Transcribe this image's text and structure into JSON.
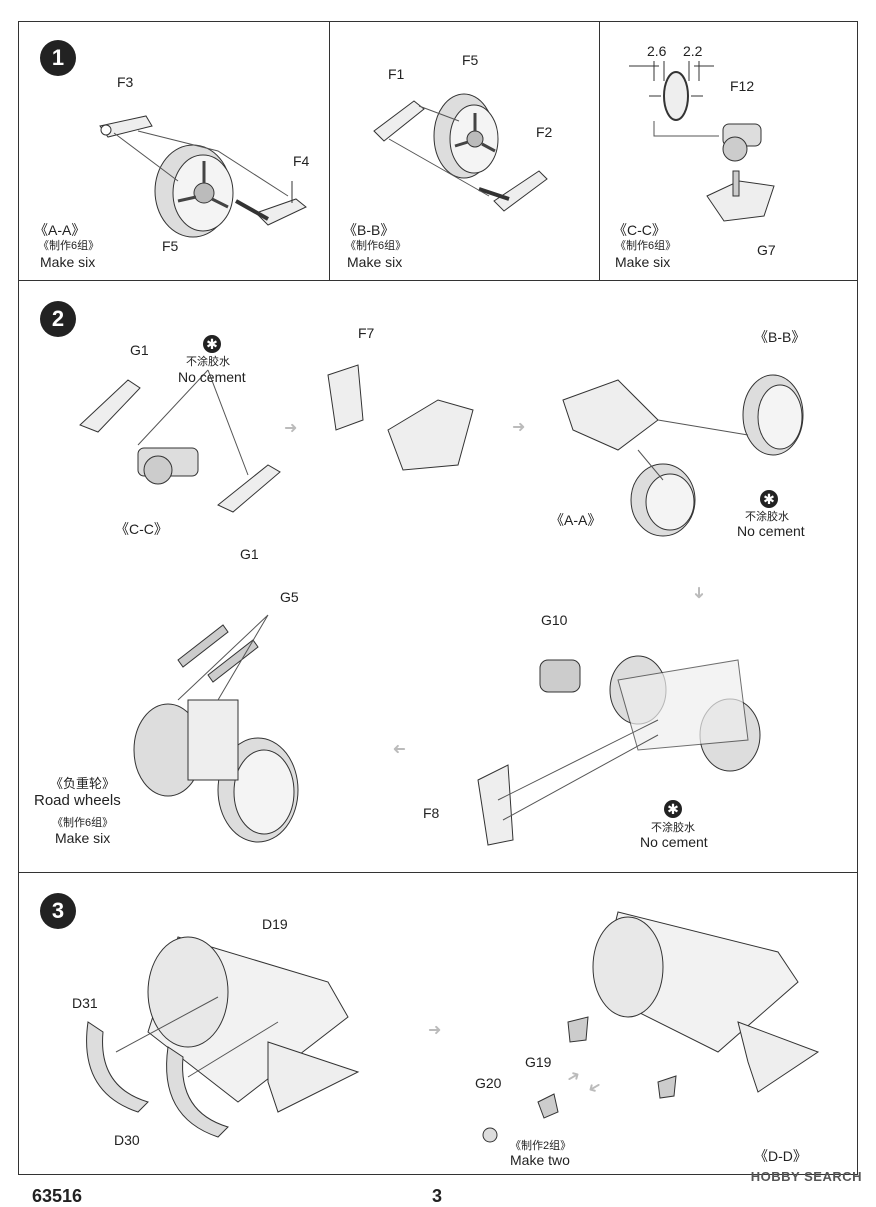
{
  "step1": {
    "number": "1",
    "panelA": {
      "f3": "F3",
      "f4": "F4",
      "f5": "F5",
      "title": "《A-A》",
      "cn": "《制作6组》",
      "en": "Make six"
    },
    "panelB": {
      "f1": "F1",
      "f5": "F5",
      "f2": "F2",
      "title": "《B-B》",
      "cn": "《制作6组》",
      "en": "Make six"
    },
    "panelC": {
      "dim1": "2.6",
      "dim2": "2.2",
      "f12": "F12",
      "g7": "G7",
      "title": "《C-C》",
      "cn": "《制作6组》",
      "en": "Make six"
    }
  },
  "step2": {
    "number": "2",
    "g1_top": "G1",
    "g1_bottom": "G1",
    "cc": "《C-C》",
    "nocement1_cn": "不涂胶水",
    "nocement1_en": "No cement",
    "f7": "F7",
    "bb": "《B-B》",
    "aa": "《A-A》",
    "nocement2_cn": "不涂胶水",
    "nocement2_en": "No cement",
    "g5": "G5",
    "road_cn": "《负重轮》",
    "road_en": "Road wheels",
    "make_cn": "《制作6组》",
    "make_en": "Make six",
    "g10": "G10",
    "f8": "F8",
    "nocement3_cn": "不涂胶水",
    "nocement3_en": "No cement"
  },
  "step3": {
    "number": "3",
    "d19": "D19",
    "d31": "D31",
    "d30": "D30",
    "g19": "G19",
    "g20": "G20",
    "make_cn": "《制作2组》",
    "make_en": "Make two",
    "dd": "《D-D》"
  },
  "footer": {
    "code": "63516",
    "page": "3"
  },
  "watermark": "HOBBY SEARCH",
  "icons": {
    "no_cement": "no-cement-symbol-icon",
    "arrow": "next-step-arrow-icon"
  }
}
